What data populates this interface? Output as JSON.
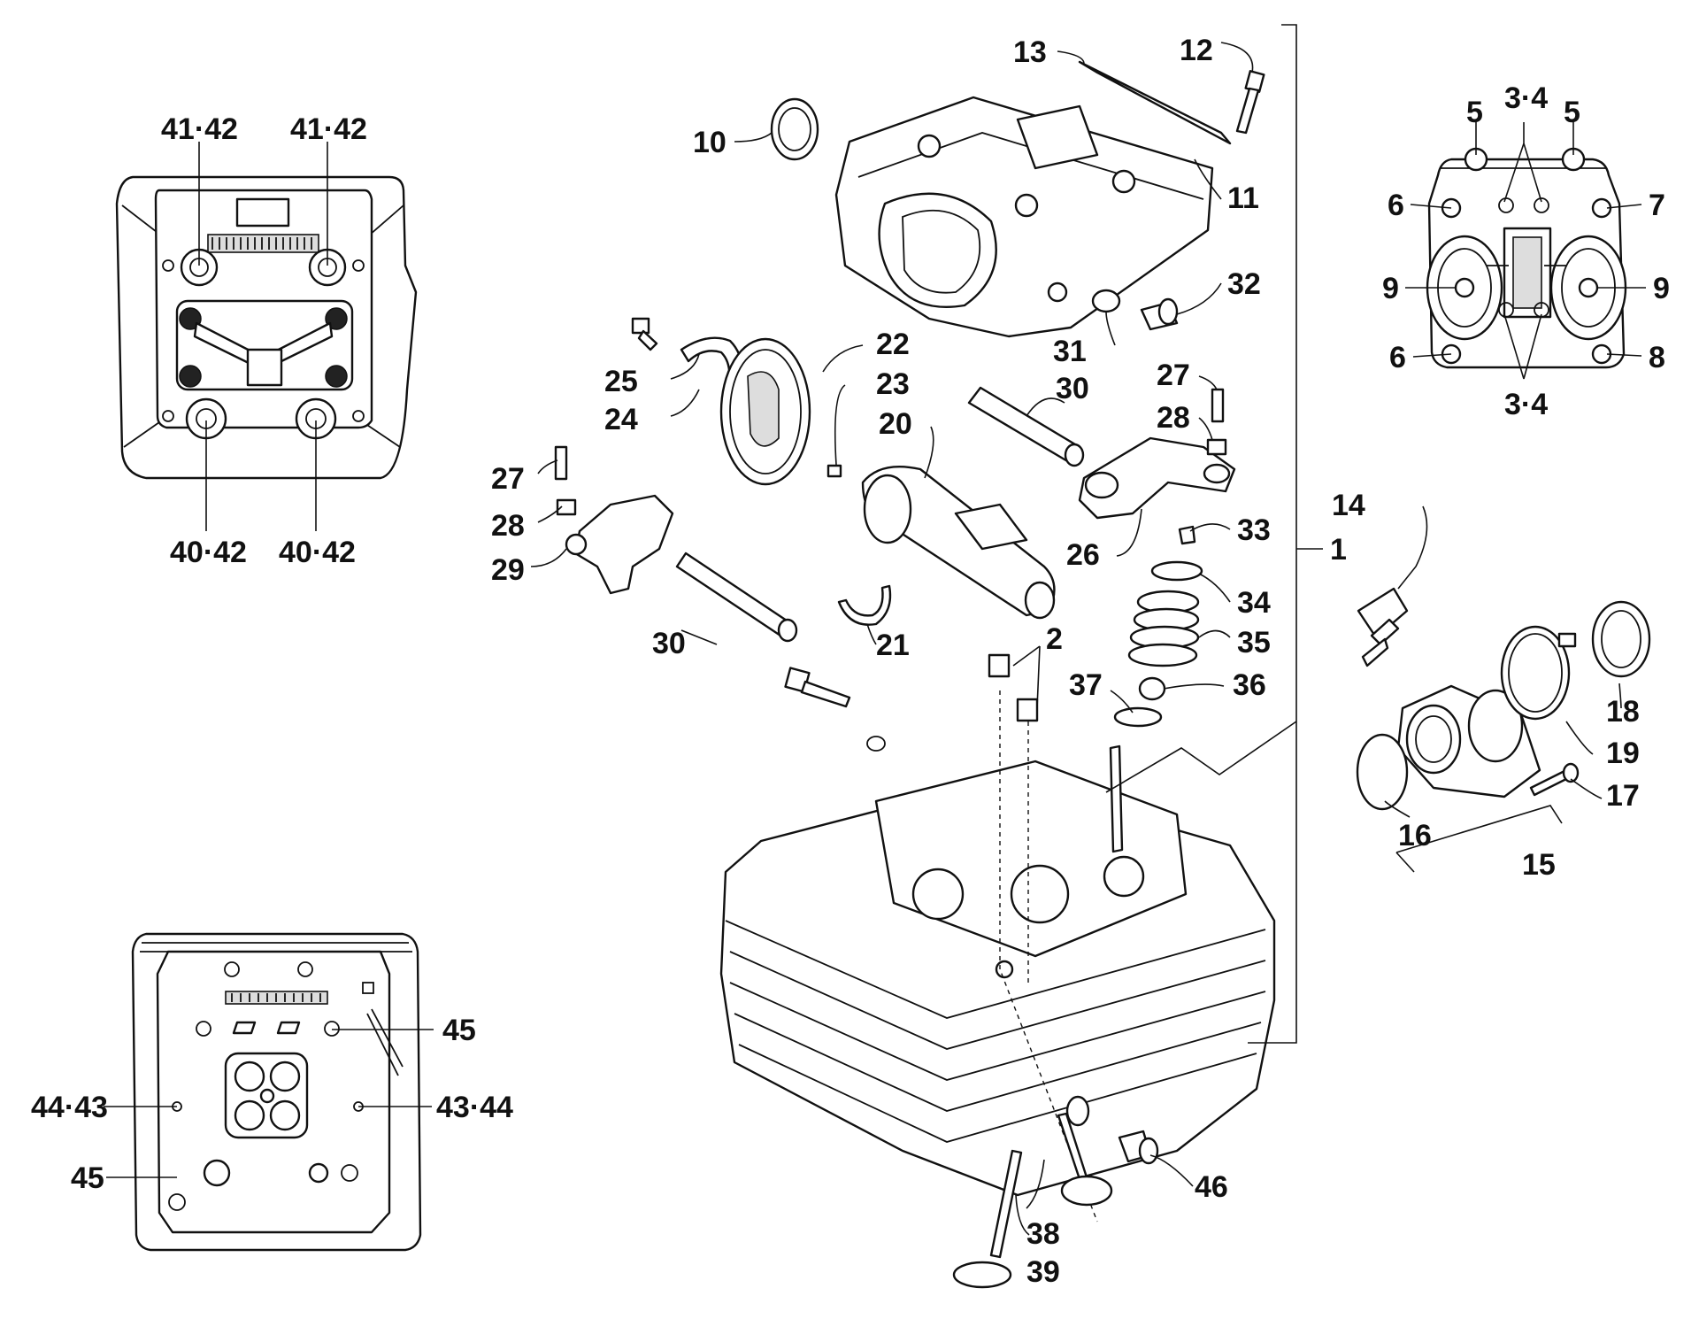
{
  "labels": {
    "l1": "1",
    "l2": "2",
    "l3_4a": "3·4",
    "l3_4b": "3·4",
    "l5a": "5",
    "l5b": "5",
    "l6a": "6",
    "l6b": "6",
    "l7": "7",
    "l8": "8",
    "l9a": "9",
    "l9b": "9",
    "l10": "10",
    "l11": "11",
    "l12": "12",
    "l13": "13",
    "l14": "14",
    "l15": "15",
    "l16": "16",
    "l17": "17",
    "l18": "18",
    "l19": "19",
    "l20": "20",
    "l21": "21",
    "l22": "22",
    "l23": "23",
    "l24": "24",
    "l25": "25",
    "l26": "26",
    "l27a": "27",
    "l27b": "27",
    "l28a": "28",
    "l28b": "28",
    "l29": "29",
    "l30a": "30",
    "l30b": "30",
    "l31": "31",
    "l32": "32",
    "l33": "33",
    "l34": "34",
    "l35": "35",
    "l36": "36",
    "l37": "37",
    "l38": "38",
    "l39": "39",
    "l40_42a": "40·42",
    "l40_42b": "40·42",
    "l41_42a": "41·42",
    "l41_42b": "41·42",
    "l43_44": "43·44",
    "l44_43": "44·43",
    "l45a": "45",
    "l45b": "45",
    "l46": "46"
  }
}
